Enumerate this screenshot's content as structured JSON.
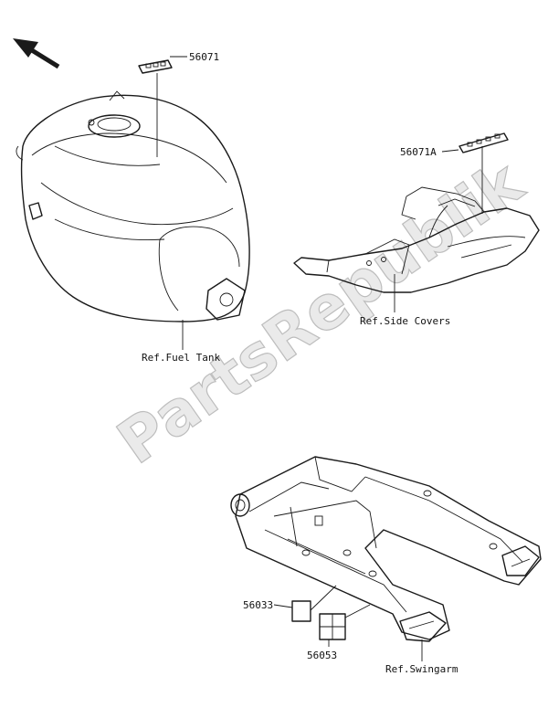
{
  "watermark": "PartsRepublik",
  "labels": {
    "p56071": "56071",
    "p56071a": "56071A",
    "p56033": "56033",
    "p56053": "56053",
    "ref_fuel_tank": "Ref.Fuel Tank",
    "ref_side_covers": "Ref.Side Covers",
    "ref_swingarm": "Ref.Swingarm"
  },
  "colors": {
    "line": "#1a1a1a",
    "watermark": "#d8d8d8",
    "background": "#ffffff"
  },
  "icons": {
    "direction": "front-direction-arrow-icon"
  }
}
